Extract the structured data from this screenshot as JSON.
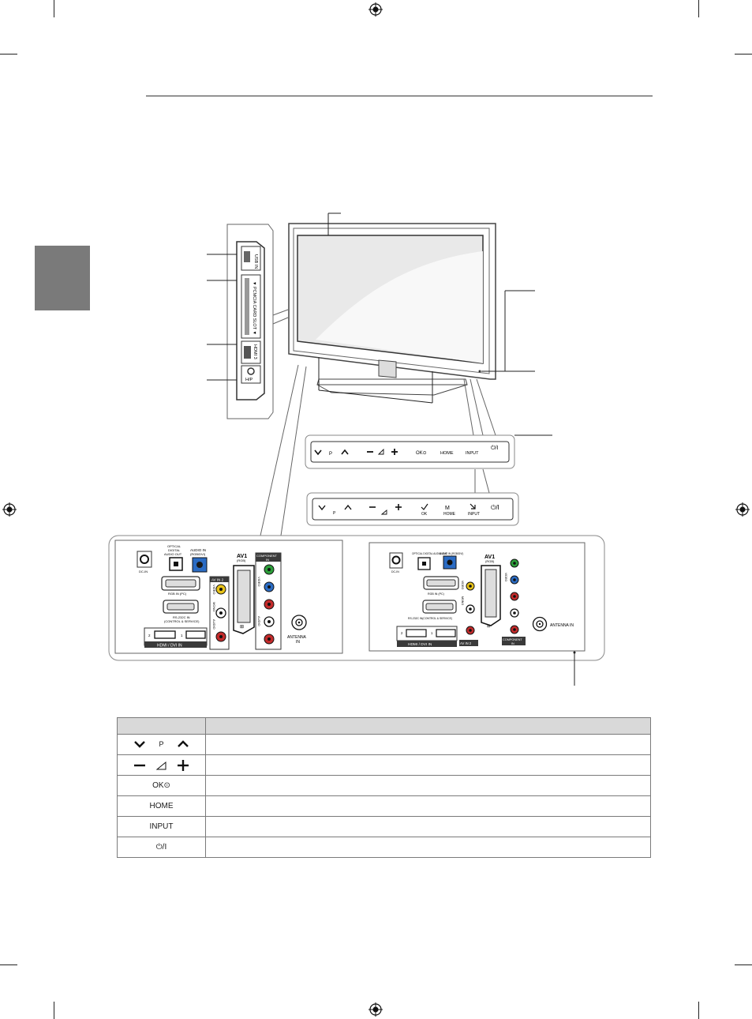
{
  "side_panel": {
    "usb_label": "USB IN",
    "pcmcia_label": "▼ PCMCIA CARD SLOT ▼",
    "hdmi_label": "HDMI 3",
    "headphone_label": "H/P"
  },
  "front_panel_a": {
    "buttons": [
      {
        "id": "ch-down",
        "label": "∨"
      },
      {
        "id": "p",
        "label": "P"
      },
      {
        "id": "ch-up",
        "label": "∧"
      },
      {
        "id": "vol-down",
        "label": "−"
      },
      {
        "id": "vol-icon",
        "label": "⊿"
      },
      {
        "id": "vol-up",
        "label": "+"
      },
      {
        "id": "ok",
        "label": "OK⊙"
      },
      {
        "id": "home",
        "label": "HOME"
      },
      {
        "id": "input",
        "label": "INPUT"
      },
      {
        "id": "power",
        "label": "⏻/I"
      }
    ]
  },
  "front_panel_b": {
    "labels": [
      "P",
      "OK",
      "HOME",
      "INPUT"
    ]
  },
  "rear_panel_left": {
    "dc_in": "DC-IN",
    "optical_line1": "OPTICAL",
    "optical_line2": "DIGITAL",
    "optical_line3": "AUDIO OUT",
    "audio_in_line1": "AUDIO IN",
    "audio_in_line2": "(RGB/DVI)",
    "av1_line1": "AV1",
    "av1_line2": "(RGB)",
    "component_line1": "COMPONENT",
    "component_line2": "IN",
    "rgb_in": "RGB IN (PC)",
    "rs232_line1": "RS-232C IN",
    "rs232_line2": "(CONTROL & SERVICE)",
    "av_in_2": "AV IN 2",
    "video": "VIDEO",
    "mono": "MONO",
    "audio": "AUDIO",
    "hdmi_footer": "HDMI / DVI IN",
    "hdmi_port_2": "2",
    "hdmi_port_1": "1",
    "antenna_line1": "ANTENNA",
    "antenna_line2": "IN"
  },
  "rear_panel_right": {
    "dc_in": "DC-IN",
    "optical": "OPTICAL DIGITAL AUDIO OUT",
    "audio_in": "AUDIO IN (RGB/DVI)",
    "av1_line1": "AV1",
    "av1_line2": "(RGB)",
    "rgb_in": "RGB IN (PC)",
    "rs232": "RS-232C IN(CONTROL & SERVICE)",
    "video": "VIDEO",
    "mono": "MONO",
    "av_in_2": "AV IN 2",
    "hdmi_footer": "HDMI / DVI IN",
    "hdmi_port_2": "2",
    "hdmi_port_1": "1",
    "component_line1": "COMPONENT",
    "component_line2": "IN",
    "antenna": "ANTENNA IN"
  },
  "key_table": {
    "rows": [
      {
        "key_left": "∨",
        "key_mid": "P",
        "key_right": "∧",
        "desc": ""
      },
      {
        "key_left": "−",
        "key_mid": "⊿",
        "key_right": "+",
        "desc": ""
      },
      {
        "key": "OK⊙",
        "desc": ""
      },
      {
        "key": "HOME",
        "desc": ""
      },
      {
        "key": "INPUT",
        "desc": ""
      },
      {
        "key": "⏻/I",
        "desc": ""
      }
    ]
  }
}
